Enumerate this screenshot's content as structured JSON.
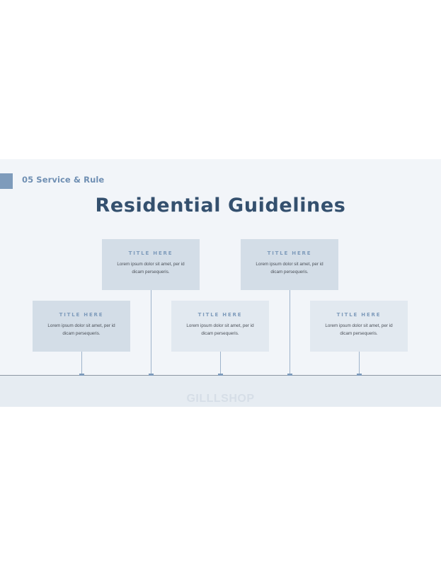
{
  "slide": {
    "section_label": "05 Service & Rule",
    "title": "Residential Guidelines",
    "watermark": "GILLLSHOP"
  },
  "cards": [
    {
      "title": "TITLE HERE",
      "body": "Lorem ipsum dolor sit amet, per id dicam persequeris."
    },
    {
      "title": "TITLE HERE",
      "body": "Lorem ipsum dolor sit amet, per id dicam persequeris."
    },
    {
      "title": "TITLE HERE",
      "body": "Lorem ipsum dolor sit amet, per id dicam persequeris."
    },
    {
      "title": "TITLE HERE",
      "body": "Lorem ipsum dolor sit amet, per id dicam persequeris."
    },
    {
      "title": "TITLE HERE",
      "body": "Lorem ipsum dolor sit amet, per id dicam persequeris."
    }
  ],
  "colors": {
    "accent": "#7e9bbb",
    "title": "#34506e",
    "background": "#f2f5f9"
  }
}
